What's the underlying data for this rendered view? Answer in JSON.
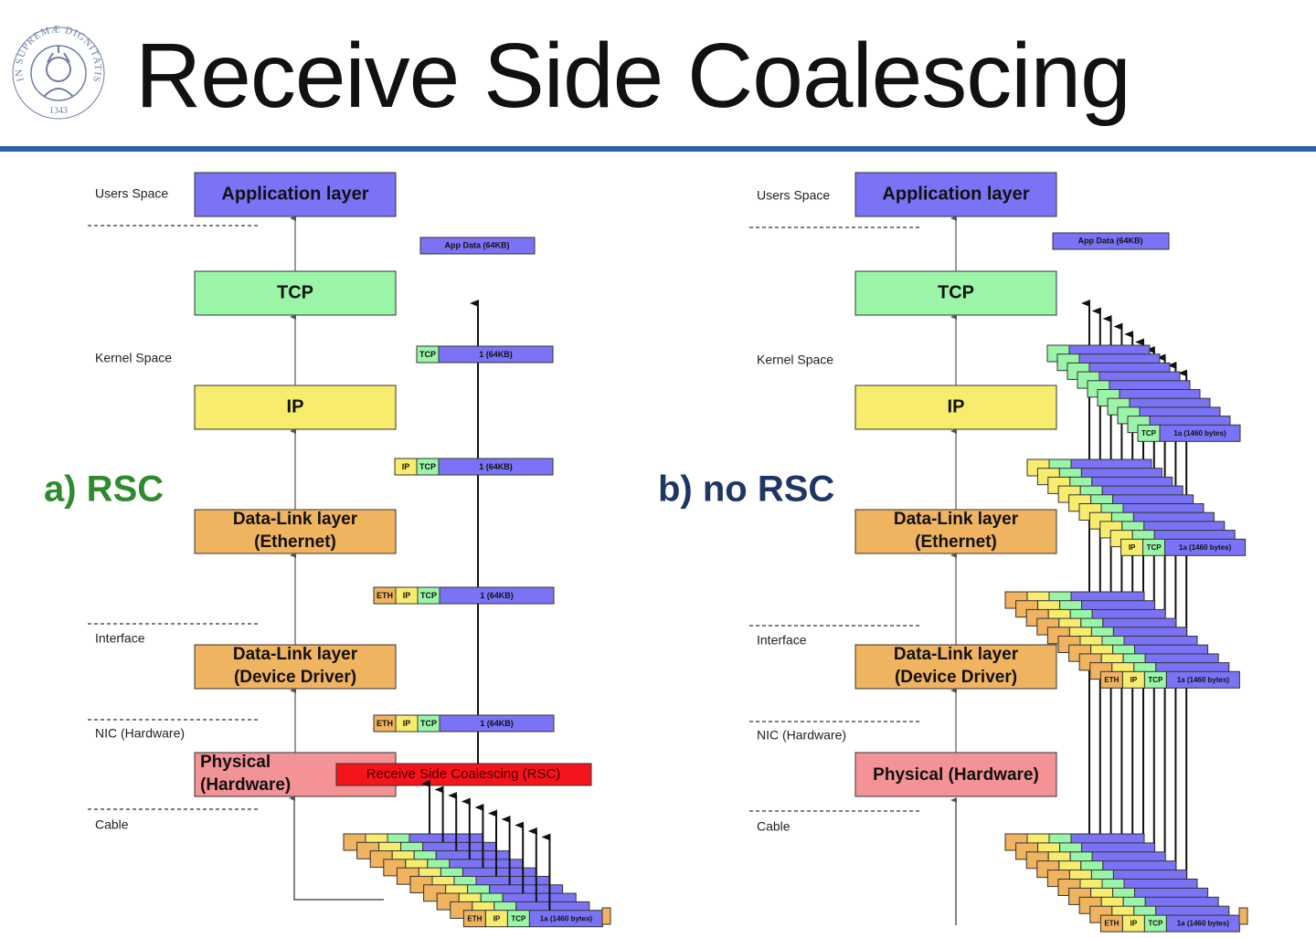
{
  "title": "Receive Side Coalescing",
  "logo": {
    "ring_text": "IN SUPREMÆ DIGNITATIS",
    "year": "1343"
  },
  "colors": {
    "accent_rule": "#2b5fa8",
    "app": "#7b73f5",
    "tcp": "#9af5a8",
    "ip": "#f8ec6e",
    "datalink": "#f0b35f",
    "physical": "#f49396",
    "rsc": "#f4141c",
    "rsc_label": "#2e8b2e",
    "norsc_label": "#1e3566"
  },
  "left": {
    "label": "a) RSC",
    "zones": [
      "Users Space",
      "Kernel Space",
      "Interface",
      "NIC (Hardware)",
      "Cable"
    ],
    "layers": {
      "app": "Application layer",
      "tcp": "TCP",
      "ip": "IP",
      "dl1": "Data-Link layer",
      "dl2": "(Ethernet)",
      "dd1": "Data-Link layer",
      "dd2": "(Device Driver)",
      "ph1": "Physical",
      "ph2": "(Hardware)"
    },
    "rsc_box": "Receive Side Coalescing (RSC)",
    "app_data": "App Data (64KB)",
    "payload": "1 (64KB)",
    "hdr_tcp": "TCP",
    "hdr_ip": "IP",
    "hdr_eth": "ETH",
    "frag_payload": "1a (1460 bytes)"
  },
  "right": {
    "label": "b) no RSC",
    "zones": [
      "Users Space",
      "Kernel Space",
      "Interface",
      "NIC (Hardware)",
      "Cable"
    ],
    "layers": {
      "app": "Application layer",
      "tcp": "TCP",
      "ip": "IP",
      "dl1": "Data-Link layer",
      "dl2": "(Ethernet)",
      "dd1": "Data-Link layer",
      "dd2": "(Device Driver)",
      "ph": "Physical (Hardware)"
    },
    "app_data": "App Data (64KB)",
    "hdr_tcp": "TCP",
    "hdr_ip": "IP",
    "hdr_eth": "ETH",
    "frag_payload": "1a (1460 bytes)"
  }
}
